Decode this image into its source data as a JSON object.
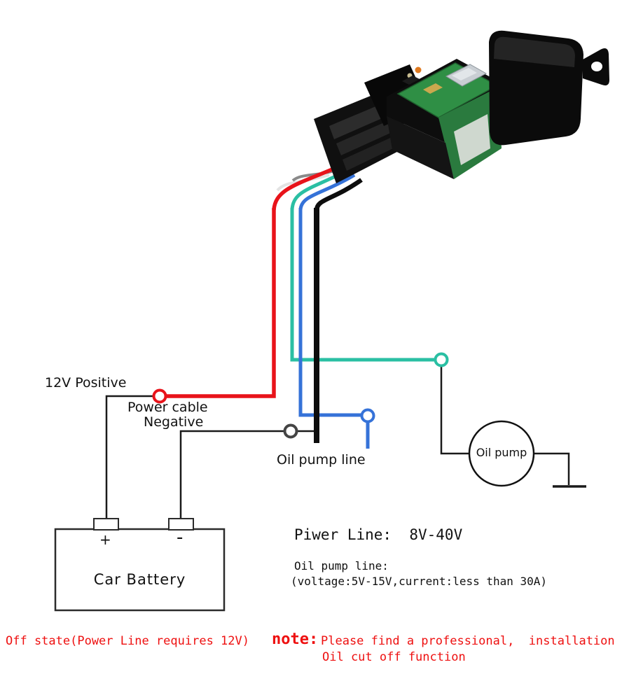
{
  "title": "GPS relay tracker wiring diagram",
  "colors": {
    "power_wire_red": "#e8131a",
    "ground_wire_black": "#0d0d0d",
    "oil_wire_blue": "#3572d8",
    "oil_wire_green": "#2abfa3",
    "note_red": "#ee1010"
  },
  "diagram": {
    "positive_label": "12V Positive",
    "power_cable_label": "Power cable",
    "negative_label": "Negative",
    "oil_pump_line_label": "Oil pump line",
    "oil_pump_label": "Oil pump",
    "battery": {
      "name": "Car Battery",
      "plus": "+",
      "minus": "-"
    }
  },
  "specs": {
    "power_line": "Piwer Line:  8V-40V",
    "oil_pump_line_title": "Oil pump line:",
    "oil_pump_line_detail": "(voltage:5V-15V,current:less than 30A)"
  },
  "notes": {
    "off_state": "Off state(Power Line requires 12V)",
    "note_label": "note:",
    "note_line1": "Please find a professional,  installation",
    "note_line2": "Oil cut off function"
  }
}
